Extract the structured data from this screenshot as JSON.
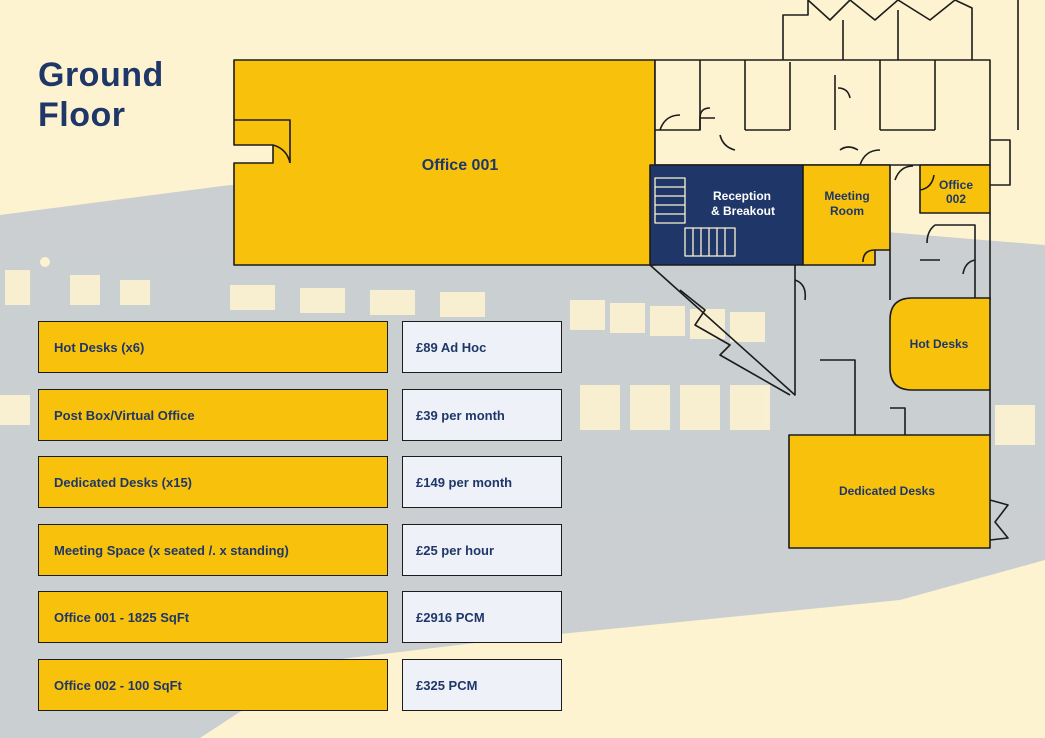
{
  "title_line1": "Ground",
  "title_line2": "Floor",
  "rooms": {
    "office_001": "Office 001",
    "reception_line1": "Reception",
    "reception_line2": "& Breakout",
    "meeting_line1": "Meeting",
    "meeting_line2": "Room",
    "office_002_line1": "Office",
    "office_002_line2": "002",
    "hot_desks": "Hot Desks",
    "dedicated_desks": "Dedicated Desks"
  },
  "pricing": [
    {
      "label": "Hot Desks (x6)",
      "price": "£89 Ad Hoc"
    },
    {
      "label": "Post Box/Virtual Office",
      "price": "£39 per month"
    },
    {
      "label": "Dedicated Desks (x15)",
      "price": "£149 per month"
    },
    {
      "label": "Meeting Space (x seated /. x standing)",
      "price": "£25 per hour"
    },
    {
      "label": "Office 001 - 1825 SqFt",
      "price": "£2916 PCM"
    },
    {
      "label": "Office 002 - 100 SqFt",
      "price": "£325 PCM"
    }
  ],
  "colors": {
    "background": "#fdf3d0",
    "yellow": "#f8c20c",
    "navy": "#1f3768",
    "price_box": "#eef1f8",
    "watermark": "#b9c3d3"
  }
}
